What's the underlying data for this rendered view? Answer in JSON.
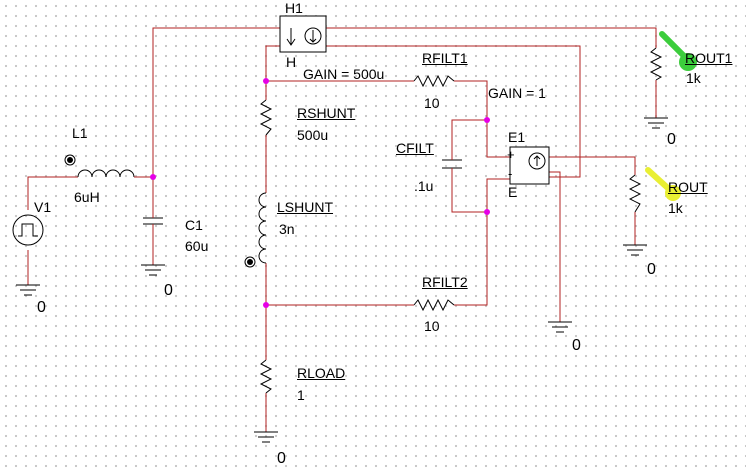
{
  "colors": {
    "wire": "#b22222",
    "component": "#000000",
    "junction": "#e600e6",
    "grid_dot": "#c3c3c3",
    "marker_green": "#3ccd3c",
    "marker_yellow": "#e9ef33"
  },
  "components": {
    "V1": {
      "ref": "V1"
    },
    "L1": {
      "ref": "L1",
      "value": "6uH"
    },
    "C1": {
      "ref": "C1",
      "value": "60u"
    },
    "H1": {
      "ref": "H1",
      "pin": "H",
      "gain": "GAIN = 500u"
    },
    "RSHUNT": {
      "ref": "RSHUNT",
      "value": "500u"
    },
    "LSHUNT": {
      "ref": "LSHUNT",
      "value": "3n"
    },
    "RFILT1": {
      "ref": "RFILT1",
      "value": "10"
    },
    "RFILT2": {
      "ref": "RFILT2",
      "value": "10"
    },
    "CFILT": {
      "ref": "CFILT",
      "value": ".1u"
    },
    "E1": {
      "ref": "E1",
      "gain": "GAIN = 1",
      "plus": "+",
      "minus": "-",
      "pin": "E"
    },
    "ROUT1": {
      "ref": "ROUT1",
      "value": "1k"
    },
    "ROUT": {
      "ref": "ROUT",
      "value": "1k"
    },
    "RLOAD": {
      "ref": "RLOAD",
      "value": "1"
    }
  },
  "grounds": {
    "label": "0"
  }
}
